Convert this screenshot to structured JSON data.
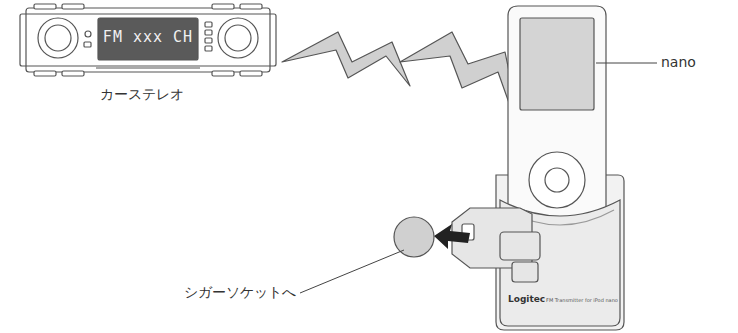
{
  "diagram": {
    "nodes": [
      {
        "text": [
          "FM xxx CH",
          "カーステレオ"
        ]
      },
      {
        "text": [
          "Logitec",
          "FM Transmitter for iPod nano"
        ]
      }
    ],
    "labels": [
      "nano",
      "シガーソケットへ"
    ]
  }
}
